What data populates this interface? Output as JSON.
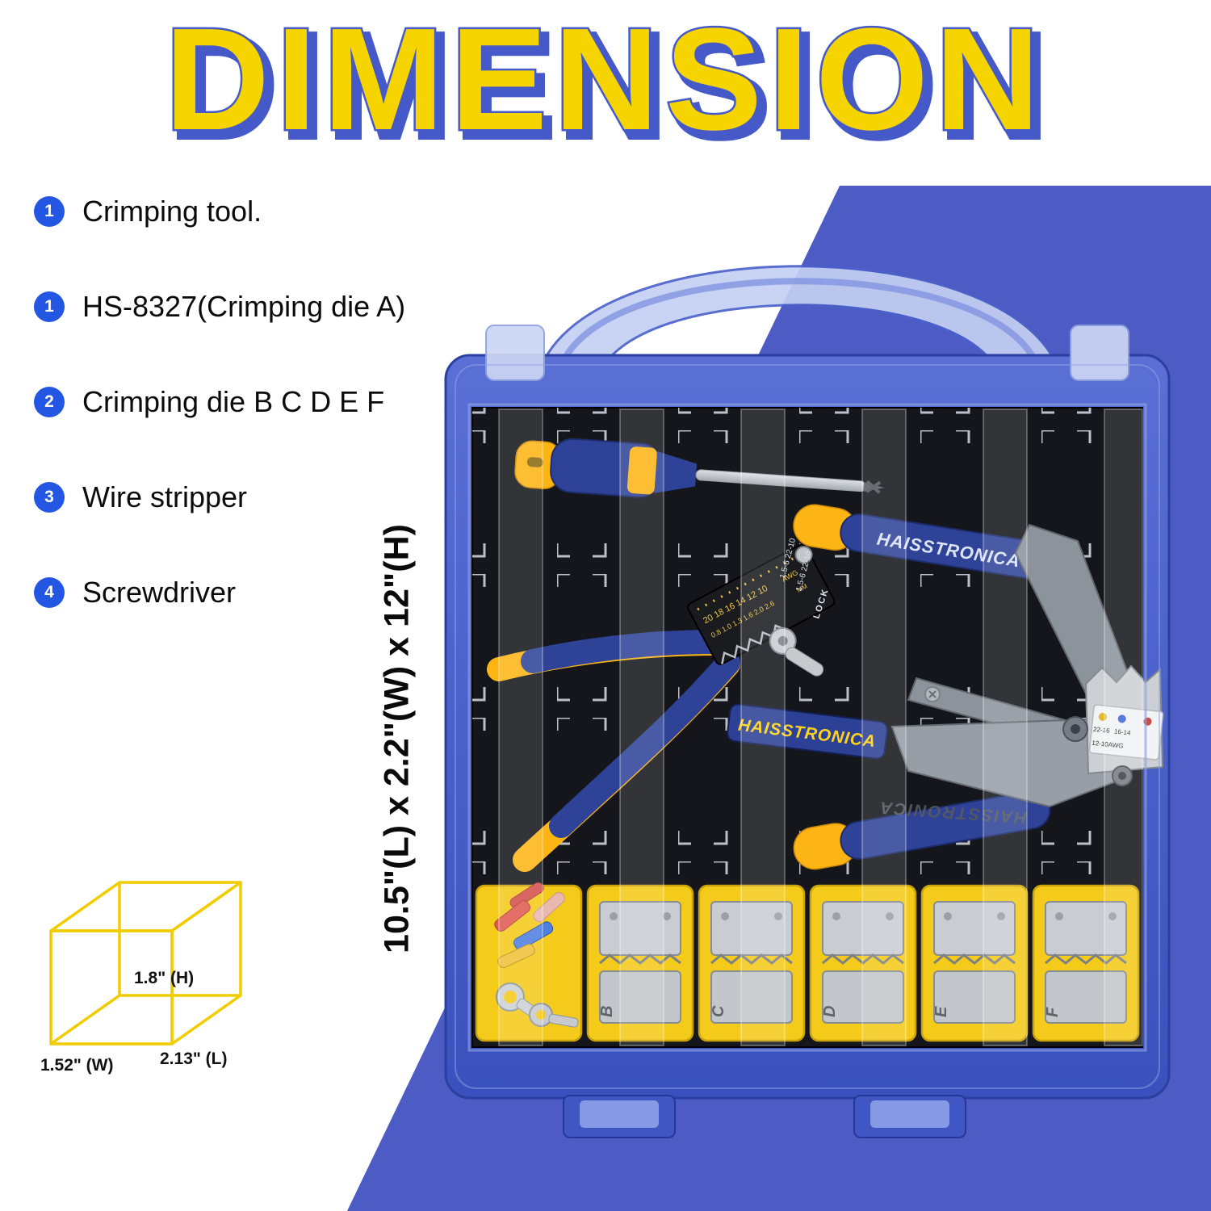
{
  "title": "DIMENSION",
  "parts_list": [
    {
      "num": "1",
      "label": "Crimping tool."
    },
    {
      "num": "1",
      "label": "HS-8327(Crimping die A)"
    },
    {
      "num": "2",
      "label": "Crimping die B C D E F"
    },
    {
      "num": "3",
      "label": "Wire stripper"
    },
    {
      "num": "4",
      "label": "Screwdriver"
    }
  ],
  "case_dimension_label": "10.5\"(L) x 2.2\"(W) x 12\"(H)",
  "small_box": {
    "height_label": "1.8\" (H)",
    "width_label": "1.52\" (W)",
    "length_label": "2.13\" (L)"
  },
  "case": {
    "brand_upper_handle": "HAISSTRONICA",
    "brand_plate": "HAISSTRONICA",
    "brand_engraved": "HAISSTRONICA",
    "jaw_labels": [
      "22-16",
      "16-14",
      "12-10AWG"
    ],
    "stripper": {
      "awg_values": "20 18 16 14 12 10",
      "awg_unit": "AWG",
      "mm_values": "0.8 1.0 1.3 1.6 2.0 2.6",
      "mm_unit": "MM",
      "lock_label": "LOCK",
      "range_line": "1.5-6  22-10"
    },
    "die_letters": [
      "B",
      "C",
      "D",
      "E",
      "F"
    ]
  },
  "colors": {
    "accent_blue": "#4c5cc4",
    "title_yellow": "#f5d400",
    "badge_blue": "#2456e4",
    "bin_yellow": "#f4cb1a",
    "tool_blue": "#2e4398",
    "tool_yellow": "#fdb515"
  }
}
